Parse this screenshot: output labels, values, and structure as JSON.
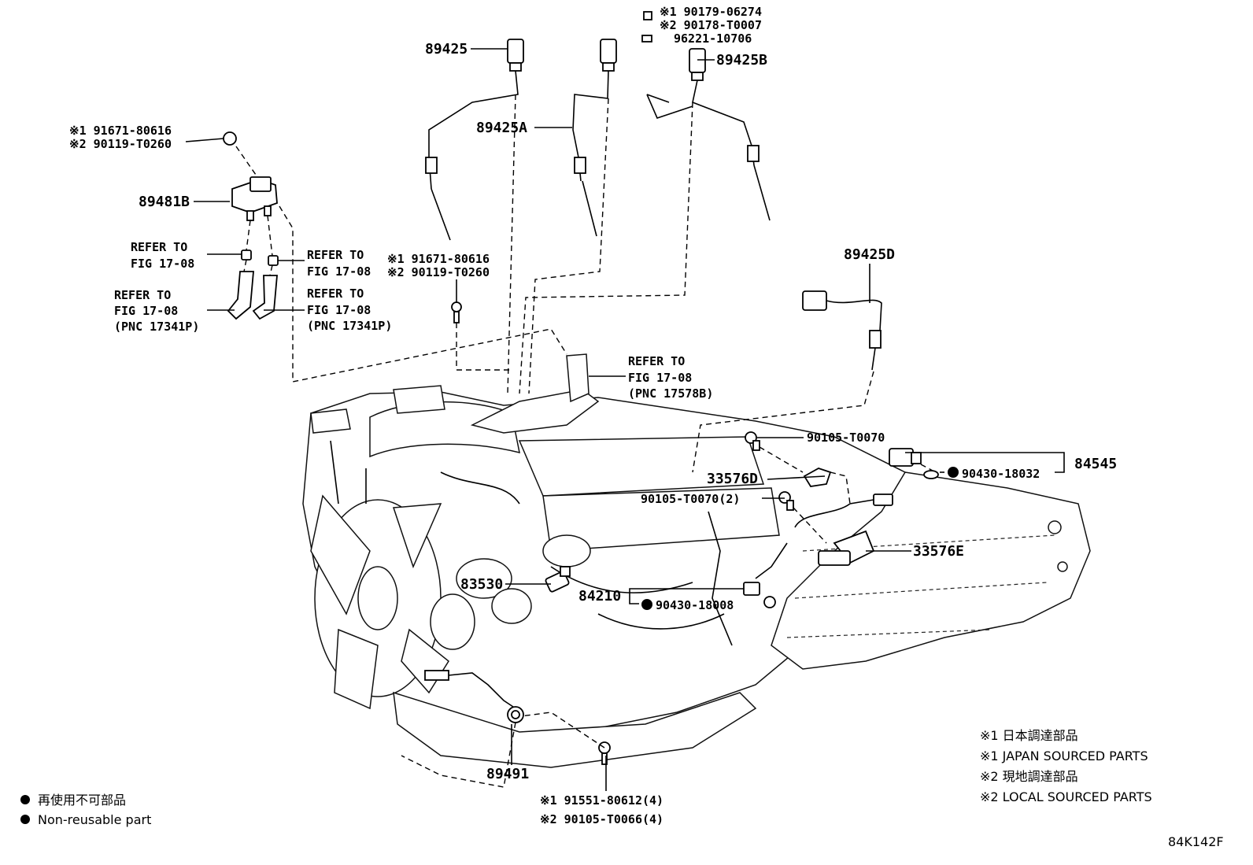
{
  "labels": {
    "p89425": "89425",
    "p89425A": "89425A",
    "p89425B": "89425B",
    "p89425D": "89425D",
    "p89481B": "89481B",
    "top_bolt_1": "※1 90179-06274",
    "top_bolt_2": "※2 90178-T0007",
    "top_clip": "96221-10706",
    "left_bolt_1": "※1 91671-80616",
    "left_bolt_2": "※2 90119-T0260",
    "mid_bolt_1": "※1 91671-80616",
    "mid_bolt_2": "※2 90119-T0260",
    "refer_a1": "REFER TO",
    "refer_a2": "FIG 17-08",
    "refer_b1": "REFER TO",
    "refer_b2": "FIG 17-08",
    "refer_c1": "REFER TO",
    "refer_c2": "FIG 17-08",
    "refer_c3": "(PNC 17341P)",
    "refer_d1": "REFER TO",
    "refer_d2": "FIG 17-08",
    "refer_d3": "(PNC 17341P)",
    "refer_e1": "REFER TO",
    "refer_e2": "FIG 17-08",
    "refer_e3": "(PNC 17578B)",
    "p90105a": "90105-T0070",
    "p33576D": "33576D",
    "p90105b": "90105-T0070(2)",
    "p84545": "84545",
    "p90430a": "90430-18032",
    "p33576E": "33576E",
    "p83530": "83530",
    "p84210": "84210",
    "p90430b": "90430-18008",
    "p89491": "89491",
    "bottom_bolt_1": "※1 91551-80612(4)",
    "bottom_bolt_2": "※2 90105-T0066(4)"
  },
  "legend": {
    "non_reusable_jp": "再使用不可部品",
    "non_reusable_en": "Non-reusable part"
  },
  "notes": {
    "n1": "※1 日本調達部品",
    "n2": "※1 JAPAN SOURCED PARTS",
    "n3": "※2 現地調達部品",
    "n4": "※2 LOCAL SOURCED PARTS"
  },
  "figure_id": "84K142F"
}
